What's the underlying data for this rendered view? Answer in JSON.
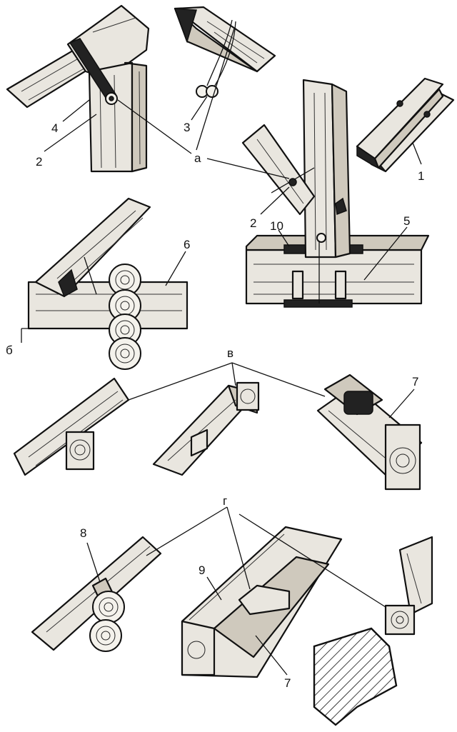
{
  "figure": {
    "labels": {
      "a": "а",
      "b": "б",
      "v": "в",
      "g": "г",
      "n1": "1",
      "n2_left": "2",
      "n2_right": "2",
      "n3": "3",
      "n4": "4",
      "n5": "5",
      "n6": "6",
      "n7_mid": "7",
      "n7_bottom": "7",
      "n8": "8",
      "n9": "9",
      "n10": "10"
    }
  }
}
